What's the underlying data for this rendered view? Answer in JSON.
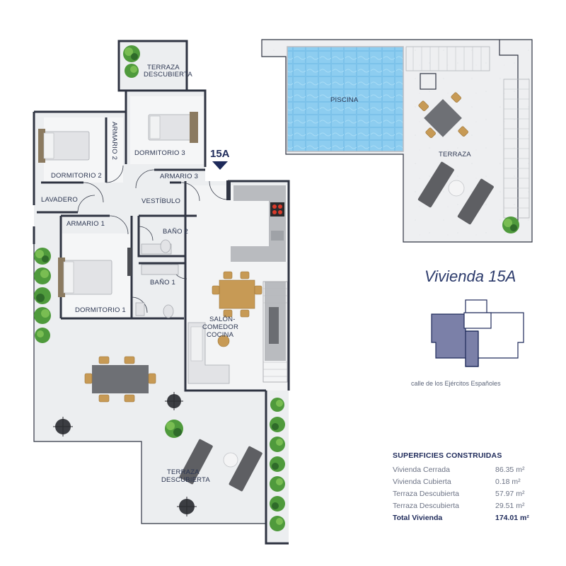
{
  "unit": {
    "title": "Vivienda 15A",
    "marker": "15A",
    "street": "calle de los Ejércitos Españoles"
  },
  "rooms": {
    "terraza_descubierta_top": [
      "TERRAZA",
      "DESCUBIERTA"
    ],
    "dormitorio_3": "DORMITORIO 3",
    "armario_2": "ARMARIO 2",
    "dormitorio_2": "DORMITORIO 2",
    "armario_3": "ARMARIO 3",
    "lavadero": "LAVADERO",
    "vestibulo": "VESTÍBULO",
    "armario_1": "ARMARIO 1",
    "bano_2": "BAÑO 2",
    "bano_1": "BAÑO 1",
    "dormitorio_1": "DORMITORIO 1",
    "salon": [
      "SALÓN-",
      "COMEDOR",
      "COCINA"
    ],
    "terraza_descubierta_bottom": [
      "TERRAZA",
      "DESCUBIERTA"
    ],
    "piscina": "PISCINA",
    "terraza_roof": "TERRAZA"
  },
  "colors": {
    "wall": "#2f3442",
    "pool": "#7ec3ea",
    "title": "#2b3a6b",
    "keyplan_fill": "#7b80a8",
    "plant": "#4f9a3c"
  },
  "surfaces": {
    "heading": "SUPERFICIES CONSTRUIDAS",
    "rows": [
      {
        "label": "Vivienda Cerrada",
        "value": "86.35 m²"
      },
      {
        "label": "Vivienda Cubierta",
        "value": "0.18 m²"
      },
      {
        "label": "Terraza Descubierta",
        "value": "57.97 m²"
      },
      {
        "label": "Terraza Descubierta",
        "value": "29.51 m²"
      }
    ],
    "total": {
      "label": "Total Vivienda",
      "value": "174.01 m²"
    }
  }
}
